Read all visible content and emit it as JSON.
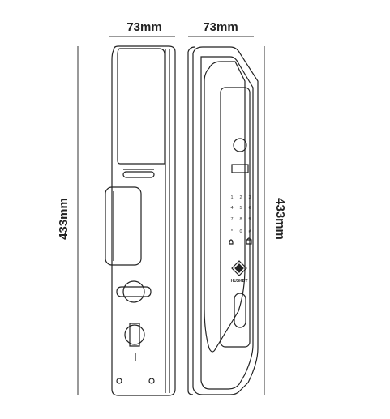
{
  "dimensions": {
    "side_width": "73mm",
    "front_width": "73mm",
    "side_height": "433mm",
    "front_height": "433mm"
  },
  "keypad": {
    "keys": [
      "1",
      "2",
      "3",
      "4",
      "5",
      "6",
      "7",
      "8",
      "9",
      "*",
      "0",
      "#"
    ]
  },
  "brand": {
    "text": "HUSKBT"
  },
  "colors": {
    "line": "#222222",
    "dimension_line": "#333333",
    "background": "#ffffff"
  }
}
